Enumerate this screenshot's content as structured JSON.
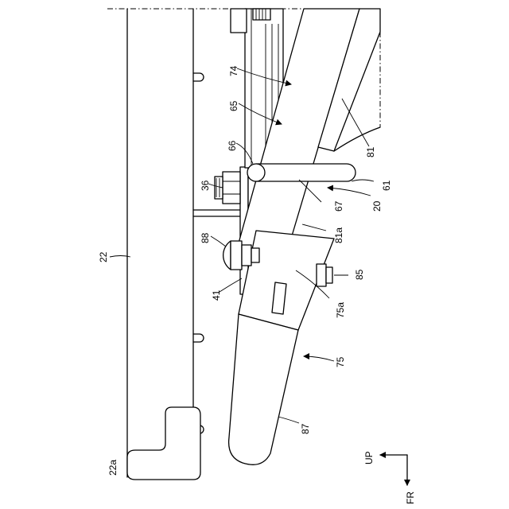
{
  "labels": {
    "l22": "22",
    "l22a": "22a",
    "l36": "36",
    "l41": "41",
    "l88": "88",
    "l66": "66",
    "l65": "65",
    "l74": "74",
    "l81": "81",
    "l81a": "81a",
    "l61": "61",
    "l67": "67",
    "l20": "20",
    "l85": "85",
    "l75a": "75a",
    "l75": "75",
    "l87": "87"
  },
  "orientation": {
    "up": "UP",
    "fr": "FR"
  }
}
